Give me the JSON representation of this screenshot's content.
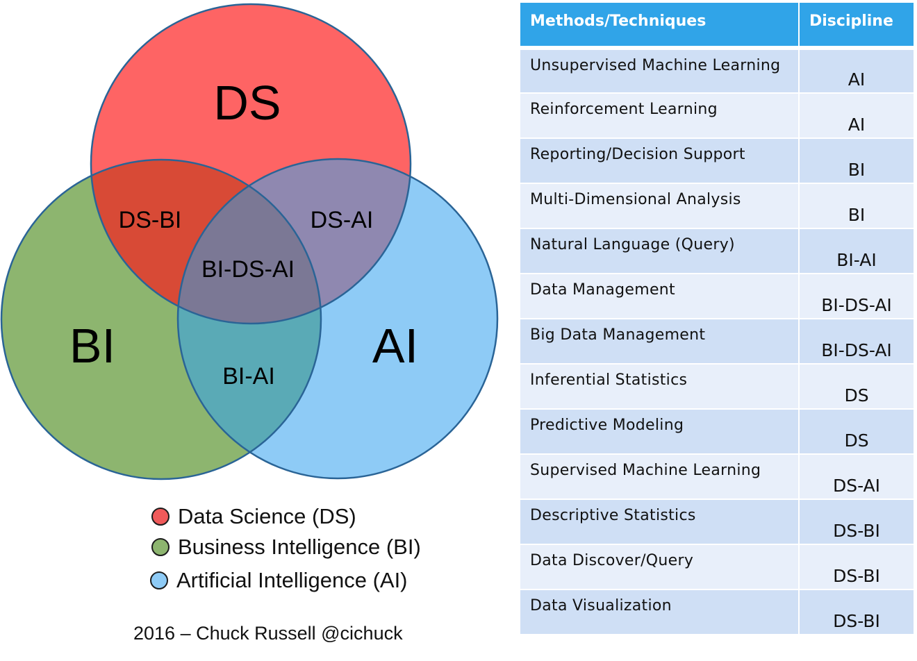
{
  "venn": {
    "circles": {
      "ds": {
        "label": "DS",
        "color": "#fe6464"
      },
      "bi": {
        "label": "BI",
        "color": "#8db56f"
      },
      "ai": {
        "label": "AI",
        "color": "#8ecbf6"
      }
    },
    "regions": {
      "ds_bi": {
        "label": "DS-BI",
        "color": "#d84a36"
      },
      "ds_ai": {
        "label": "DS-AI",
        "color": "#8f88b0"
      },
      "bi_ai": {
        "label": "BI-AI",
        "color": "#5aaab6"
      },
      "bi_ds_ai": {
        "label": "BI-DS-AI",
        "color": "#7b7895"
      }
    },
    "outline_color": "#2a6496"
  },
  "legend": {
    "items": [
      {
        "label": "Data Science (DS)",
        "color": "#f05a5a"
      },
      {
        "label": "Business Intelligence (BI)",
        "color": "#8db56f"
      },
      {
        "label": "Artificial Intelligence (AI)",
        "color": "#8ecbf6"
      }
    ]
  },
  "credit": "2016 – Chuck Russell @cichuck",
  "table": {
    "header_color": "#30a4e8",
    "headers": {
      "method": "Methods/Techniques",
      "discipline": "Discipline"
    },
    "rows": [
      {
        "method": "Unsupervised Machine Learning",
        "discipline": "AI"
      },
      {
        "method": "Reinforcement Learning",
        "discipline": "AI"
      },
      {
        "method": "Reporting/Decision Support",
        "discipline": "BI"
      },
      {
        "method": "Multi-Dimensional Analysis",
        "discipline": "BI"
      },
      {
        "method": "Natural Language (Query)",
        "discipline": "BI-AI"
      },
      {
        "method": "Data Management",
        "discipline": "BI-DS-AI"
      },
      {
        "method": "Big Data Management",
        "discipline": "BI-DS-AI"
      },
      {
        "method": "Inferential Statistics",
        "discipline": "DS"
      },
      {
        "method": "Predictive Modeling",
        "discipline": "DS"
      },
      {
        "method": "Supervised Machine Learning",
        "discipline": "DS-AI"
      },
      {
        "method": "Descriptive Statistics",
        "discipline": "DS-BI"
      },
      {
        "method": "Data Discover/Query",
        "discipline": "DS-BI"
      },
      {
        "method": "Data Visualization",
        "discipline": "DS-BI"
      }
    ]
  }
}
